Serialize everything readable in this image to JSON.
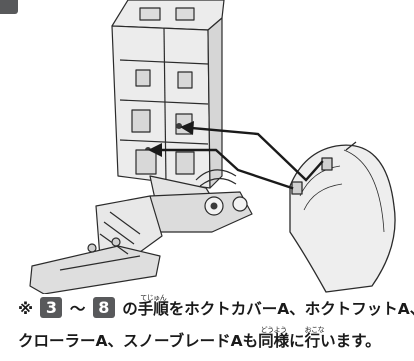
{
  "colors": {
    "accent": "#58595b",
    "line": "#2b2b2b",
    "fill": "#ececec",
    "shade": "#c9c9c9"
  },
  "icons": {
    "arrows": "arrow-icon",
    "marker": "note-asterisk-icon"
  },
  "caption": {
    "note_mark": "※",
    "step_from": "3",
    "range_sep": "〜",
    "step_to": "8",
    "text_a": "の",
    "tejun": "手順",
    "tejun_ruby": "てじゅん",
    "text_b": "をホクトカバーA、ホクトフットA、",
    "line2_a": "クローラーA、スノーブレードAも",
    "douyou": "同様",
    "douyou_ruby": "どうよう",
    "line2_b": "に",
    "okonai": "行",
    "okonai_ruby": "おこな",
    "line2_c": "います。"
  }
}
